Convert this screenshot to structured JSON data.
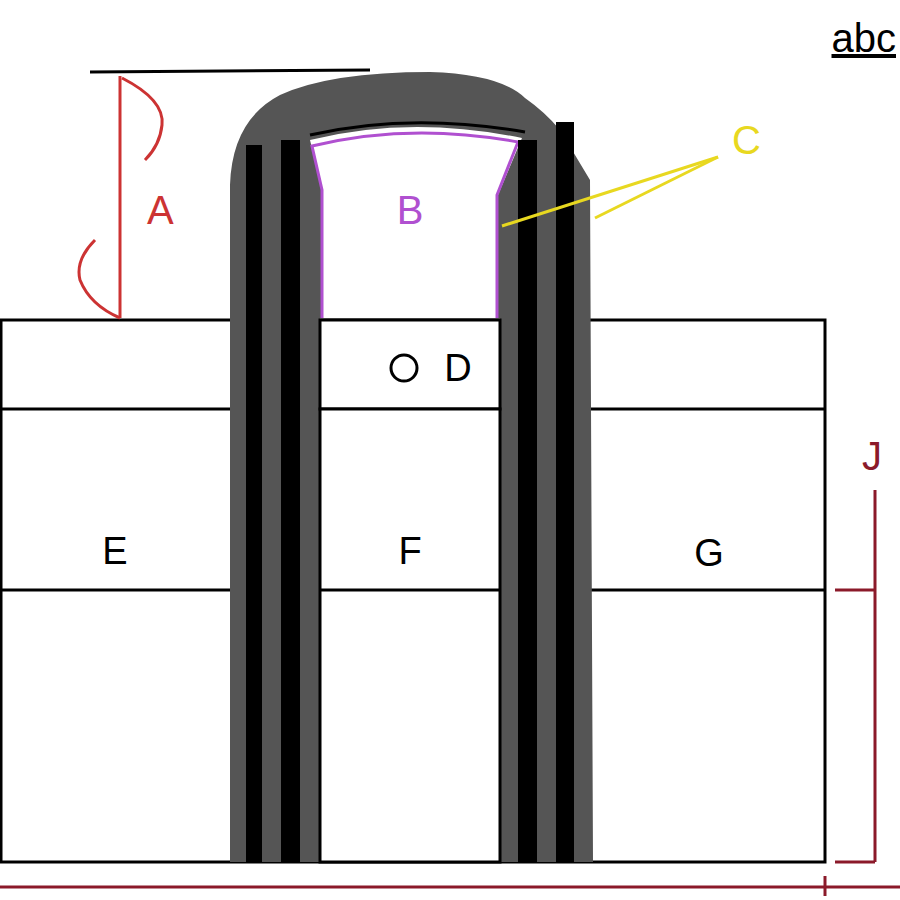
{
  "diagram": {
    "nodes": [
      {
        "text": [
          "B"
        ]
      },
      {
        "text": [
          "D"
        ]
      },
      {
        "text": [
          "E"
        ]
      },
      {
        "text": [
          "F"
        ]
      },
      {
        "text": [
          "G"
        ]
      }
    ],
    "labels": [
      "abc",
      "A",
      "C",
      "J"
    ]
  }
}
